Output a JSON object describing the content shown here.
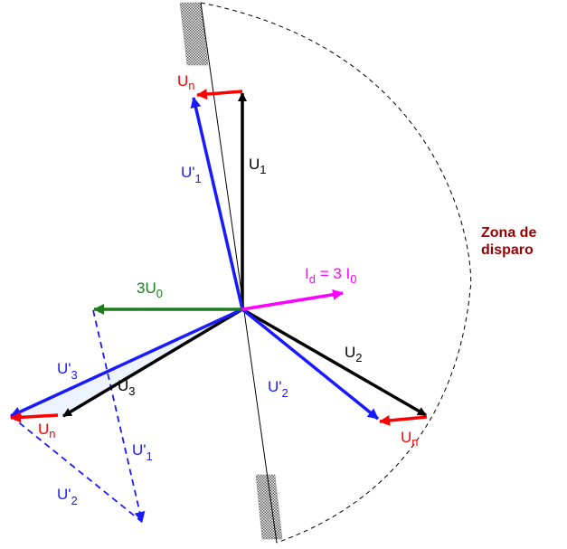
{
  "colors": {
    "black": "#000000",
    "blue": "#1a1aff",
    "red": "#ff0000",
    "green": "#1f7a1f",
    "magenta": "#ff00ff",
    "dark_red": "#990000"
  },
  "labels": {
    "un_top": "U",
    "un_top_sub": "n",
    "u1": "U",
    "u1_sub": "1",
    "u1p": "U'",
    "u1p_sub": "1",
    "zona_line1": "Zona de",
    "zona_line2": "disparo",
    "id_main": "I",
    "id_sub": "d",
    "id_eq": " = 3 I",
    "id_sub2": "0",
    "u0": "3U",
    "u0_sub": "0",
    "u2": "U",
    "u2_sub": "2",
    "u2p": "U'",
    "u2p_sub": "2",
    "un_right": "U",
    "un_right_sub": "n",
    "u3p": "U'",
    "u3p_sub": "3",
    "u3": "U",
    "u3_sub": "3",
    "un_left": "U",
    "un_left_sub": "n",
    "u1p_dash": "U'",
    "u1p_dash_sub": "1",
    "u2p_dash": "U'",
    "u2p_dash_sub": "2"
  }
}
